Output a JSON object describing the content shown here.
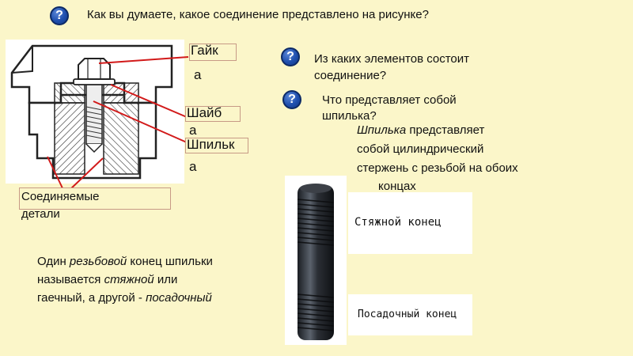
{
  "questions": {
    "q1": "Как вы думаете, какое соединение представлено на рисунке?",
    "q2_line1": "Из каких элементов состоит",
    "q2_line2": "соединение?",
    "q3_line1": "Что представляет собой",
    "q3_line2": "шпилька?",
    "icon_glyph": "?"
  },
  "labels": {
    "nut_a": "Гайк",
    "nut_b": "а",
    "washer_a": "Шайб",
    "washer_b": "а",
    "stud_a": "Шпильк",
    "stud_b": "а",
    "parts_line1": "Соединяемые",
    "parts_line2": "детали"
  },
  "definition": {
    "term": "Шпилька",
    "rest_line1": " представляет",
    "line2": "собой цилиндрический",
    "line3": "стержень с резьбой на обоих",
    "line4": "концах"
  },
  "explanation": {
    "p1": "Один ",
    "p1_italic": "резьбовой",
    "p1_rest": "  конец шпильки",
    "p2": "называется ",
    "p2_italic": "стяжной",
    "p2_rest": " или",
    "p3": "гаечный, а другой - ",
    "p3_italic": "посадочный"
  },
  "stud_image": {
    "top_caption": "Стяжной конец",
    "bottom_caption": "Посадочный конец"
  },
  "colors": {
    "background": "#fbf6c9",
    "leader_lines": "#d21a1a",
    "icon": "#1f4fae",
    "box_border": "#c79a86"
  }
}
